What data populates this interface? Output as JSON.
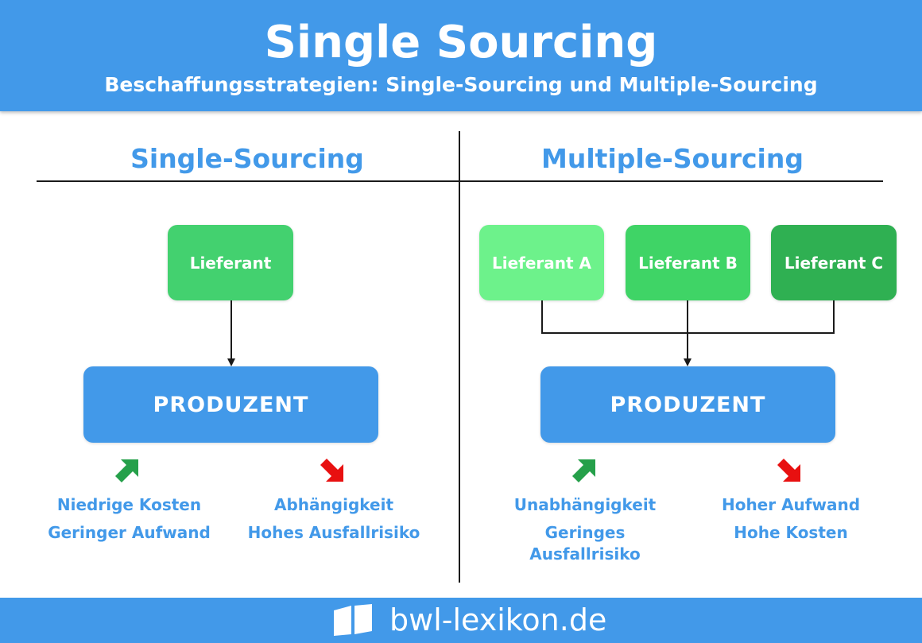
{
  "header": {
    "title": "Single Sourcing",
    "subtitle": "Beschaffungsstrategien: Single-Sourcing und Multiple-Sourcing"
  },
  "left": {
    "heading": "Single-Sourcing",
    "supplier": "Lieferant",
    "producer": "PRODUZENT",
    "pros": [
      "Niedrige Kosten",
      "Geringer Aufwand"
    ],
    "cons": [
      "Abhängigkeit",
      "Hohes Ausfallrisiko"
    ]
  },
  "right": {
    "heading": "Multiple-Sourcing",
    "suppliers": [
      "Lieferant A",
      "Lieferant B",
      "Lieferant C"
    ],
    "producer": "PRODUZENT",
    "pros": [
      "Unabhängigkeit",
      "Geringes",
      "Ausfallrisiko"
    ],
    "cons": [
      "Hoher Aufwand",
      "Hohe Kosten"
    ]
  },
  "colors": {
    "brand_blue": "#4299e9",
    "supplier_green": "#43d16f",
    "supplier_a": "#6df28b",
    "supplier_b": "#3fd466",
    "supplier_c": "#2fb052",
    "arrow_up": "#25a04a",
    "arrow_down": "#e81010"
  },
  "icons": {
    "pro": "up-right-arrow-icon",
    "con": "down-right-arrow-icon",
    "logo": "open-book-icon"
  },
  "footer": {
    "brand": "bwl-lexikon.de"
  }
}
